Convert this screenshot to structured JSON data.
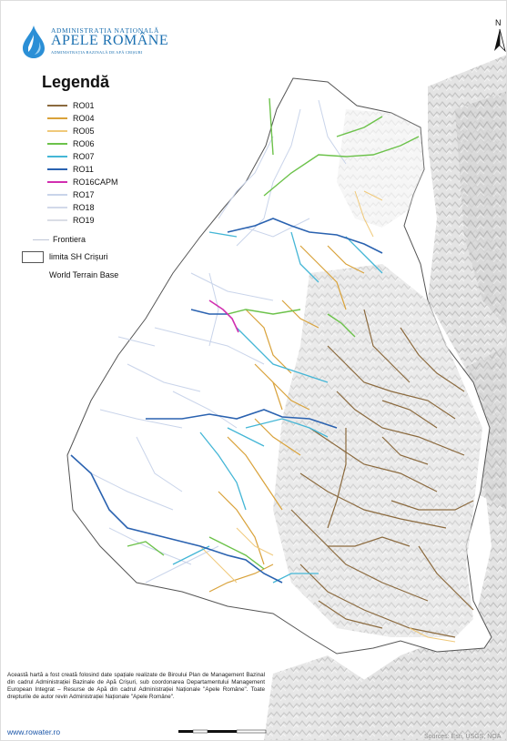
{
  "logo": {
    "line1": "ADMINISTRAȚIA NAȚIONALĂ",
    "line2": "APELE ROMÂNE",
    "line3": "ADMINISTRAȚIA BAZINALĂ DE APĂ CRIȘURI",
    "accent_color": "#1a6fb0",
    "icon": "water-drop-icon"
  },
  "legend": {
    "title": "Legendă",
    "items": [
      {
        "label": "RO01",
        "color": "#8b6a3e"
      },
      {
        "label": "RO04",
        "color": "#d9a23a"
      },
      {
        "label": "RO05",
        "color": "#f0c97a"
      },
      {
        "label": "RO06",
        "color": "#6cc24a"
      },
      {
        "label": "RO07",
        "color": "#44b6d6"
      },
      {
        "label": "RO11",
        "color": "#2a62b0"
      },
      {
        "label": "RO16CAPM",
        "color": "#d12fb0"
      },
      {
        "label": "RO17",
        "color": "#c9d4ea"
      },
      {
        "label": "RO18",
        "color": "#d2d9ea"
      },
      {
        "label": "RO19",
        "color": "#dadde6"
      }
    ],
    "frontiera": "Frontiera",
    "limita": "limita SH Crișuri",
    "terrain": "World Terrain Base"
  },
  "north_arrow": {
    "letter": "N"
  },
  "credits": "Această hartă a fost creată folosind date spațiale realizate de Biroului Plan de Management Bazinal din cadrul Administrației Bazinale de Apă Crișuri, sub coordonarea Departamentului Management European Integrat – Resurse de Apă din cadrul Administrației Naționale \"Apele Române\". Toate drepturile de autor revin Administrației Naționale \"Apele Române\".",
  "website": "www.rowater.ro",
  "sources": "Sources: Esri, USGS, NOA"
}
